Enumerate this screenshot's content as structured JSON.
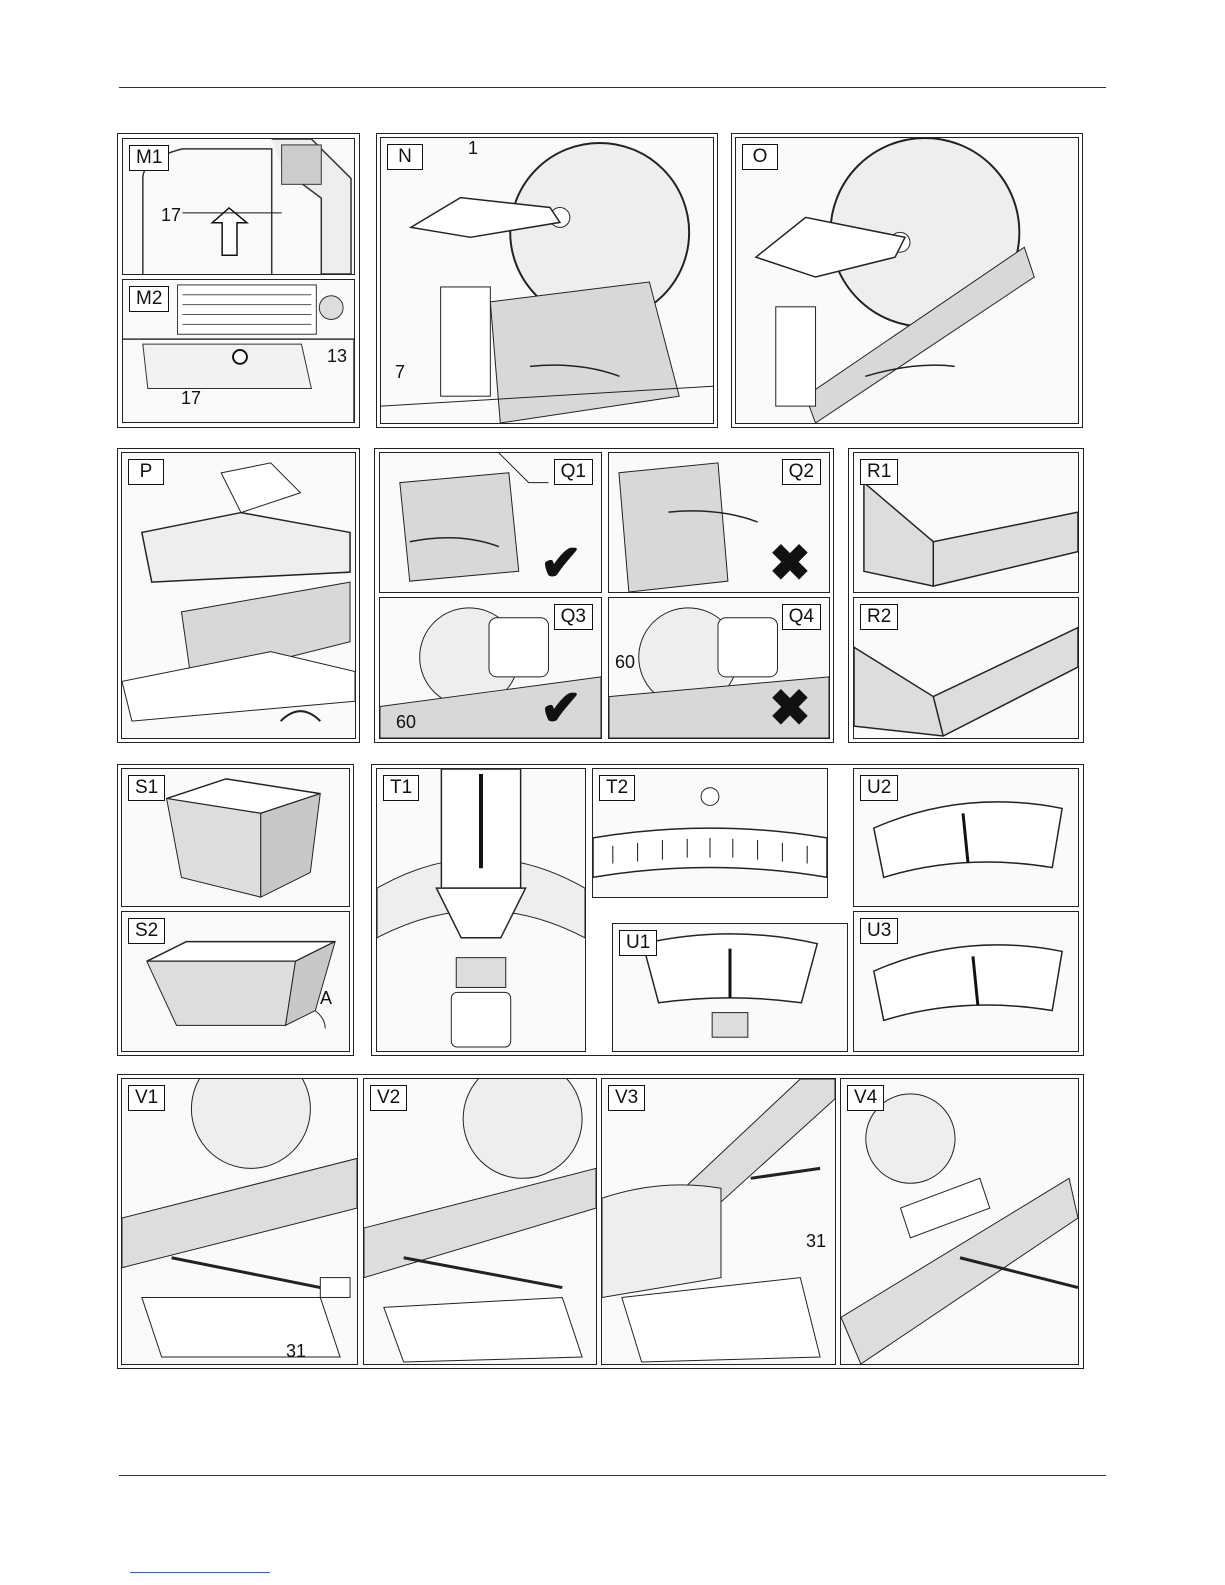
{
  "panels": {
    "m1": {
      "tag": "M1",
      "callouts": [
        "17"
      ]
    },
    "m2": {
      "tag": "M2",
      "callouts": [
        "13",
        "17"
      ]
    },
    "n": {
      "tag": "N",
      "callouts": [
        "1",
        "7"
      ]
    },
    "o": {
      "tag": "O"
    },
    "p": {
      "tag": "P"
    },
    "q1": {
      "tag": "Q1"
    },
    "q2": {
      "tag": "Q2"
    },
    "q3": {
      "tag": "Q3",
      "callouts": [
        "60"
      ]
    },
    "q4": {
      "tag": "Q4",
      "callouts": [
        "60"
      ]
    },
    "r1": {
      "tag": "R1"
    },
    "r2": {
      "tag": "R2"
    },
    "s1": {
      "tag": "S1"
    },
    "s2": {
      "tag": "S2",
      "callouts": [
        "A"
      ]
    },
    "t1": {
      "tag": "T1"
    },
    "t2": {
      "tag": "T2"
    },
    "u1": {
      "tag": "U1"
    },
    "u2": {
      "tag": "U2"
    },
    "u3": {
      "tag": "U3"
    },
    "v1": {
      "tag": "V1",
      "callouts": [
        "31"
      ]
    },
    "v2": {
      "tag": "V2"
    },
    "v3": {
      "tag": "V3",
      "callouts": [
        "31"
      ]
    },
    "v4": {
      "tag": "V4"
    }
  },
  "marks": {
    "check": "✔",
    "cross": "✖"
  },
  "icons": [
    "check-mark-icon",
    "cross-mark-icon"
  ]
}
